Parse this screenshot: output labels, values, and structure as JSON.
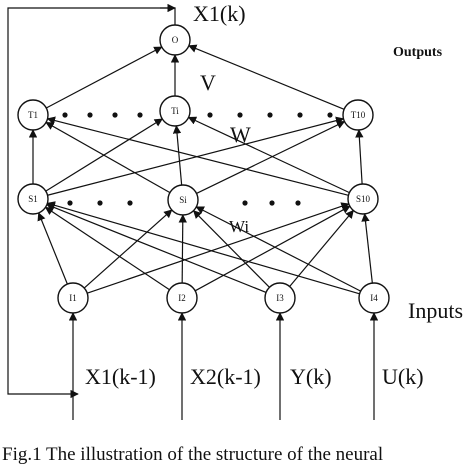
{
  "title": "",
  "labels": {
    "output_var": "X1(k)",
    "outputs": "Outputs",
    "inputs": "Inputs",
    "weight_v": "V",
    "weight_w": "W",
    "weight_wi": "Wi"
  },
  "input_vars": [
    "X1(k-1)",
    "X2(k-1)",
    "Y(k)",
    "U(k)"
  ],
  "nodes": {
    "output": [
      "O"
    ],
    "t_layer": [
      "T1",
      "Ti",
      "T10"
    ],
    "s_layer": [
      "S1",
      "Si",
      "S10"
    ],
    "input_layer": [
      "I1",
      "I2",
      "I3",
      "I4"
    ]
  },
  "caption": "Fig.1     The illustration of the structure of the neural",
  "colors": {
    "ink": "#111111",
    "background": "#ffffff"
  }
}
